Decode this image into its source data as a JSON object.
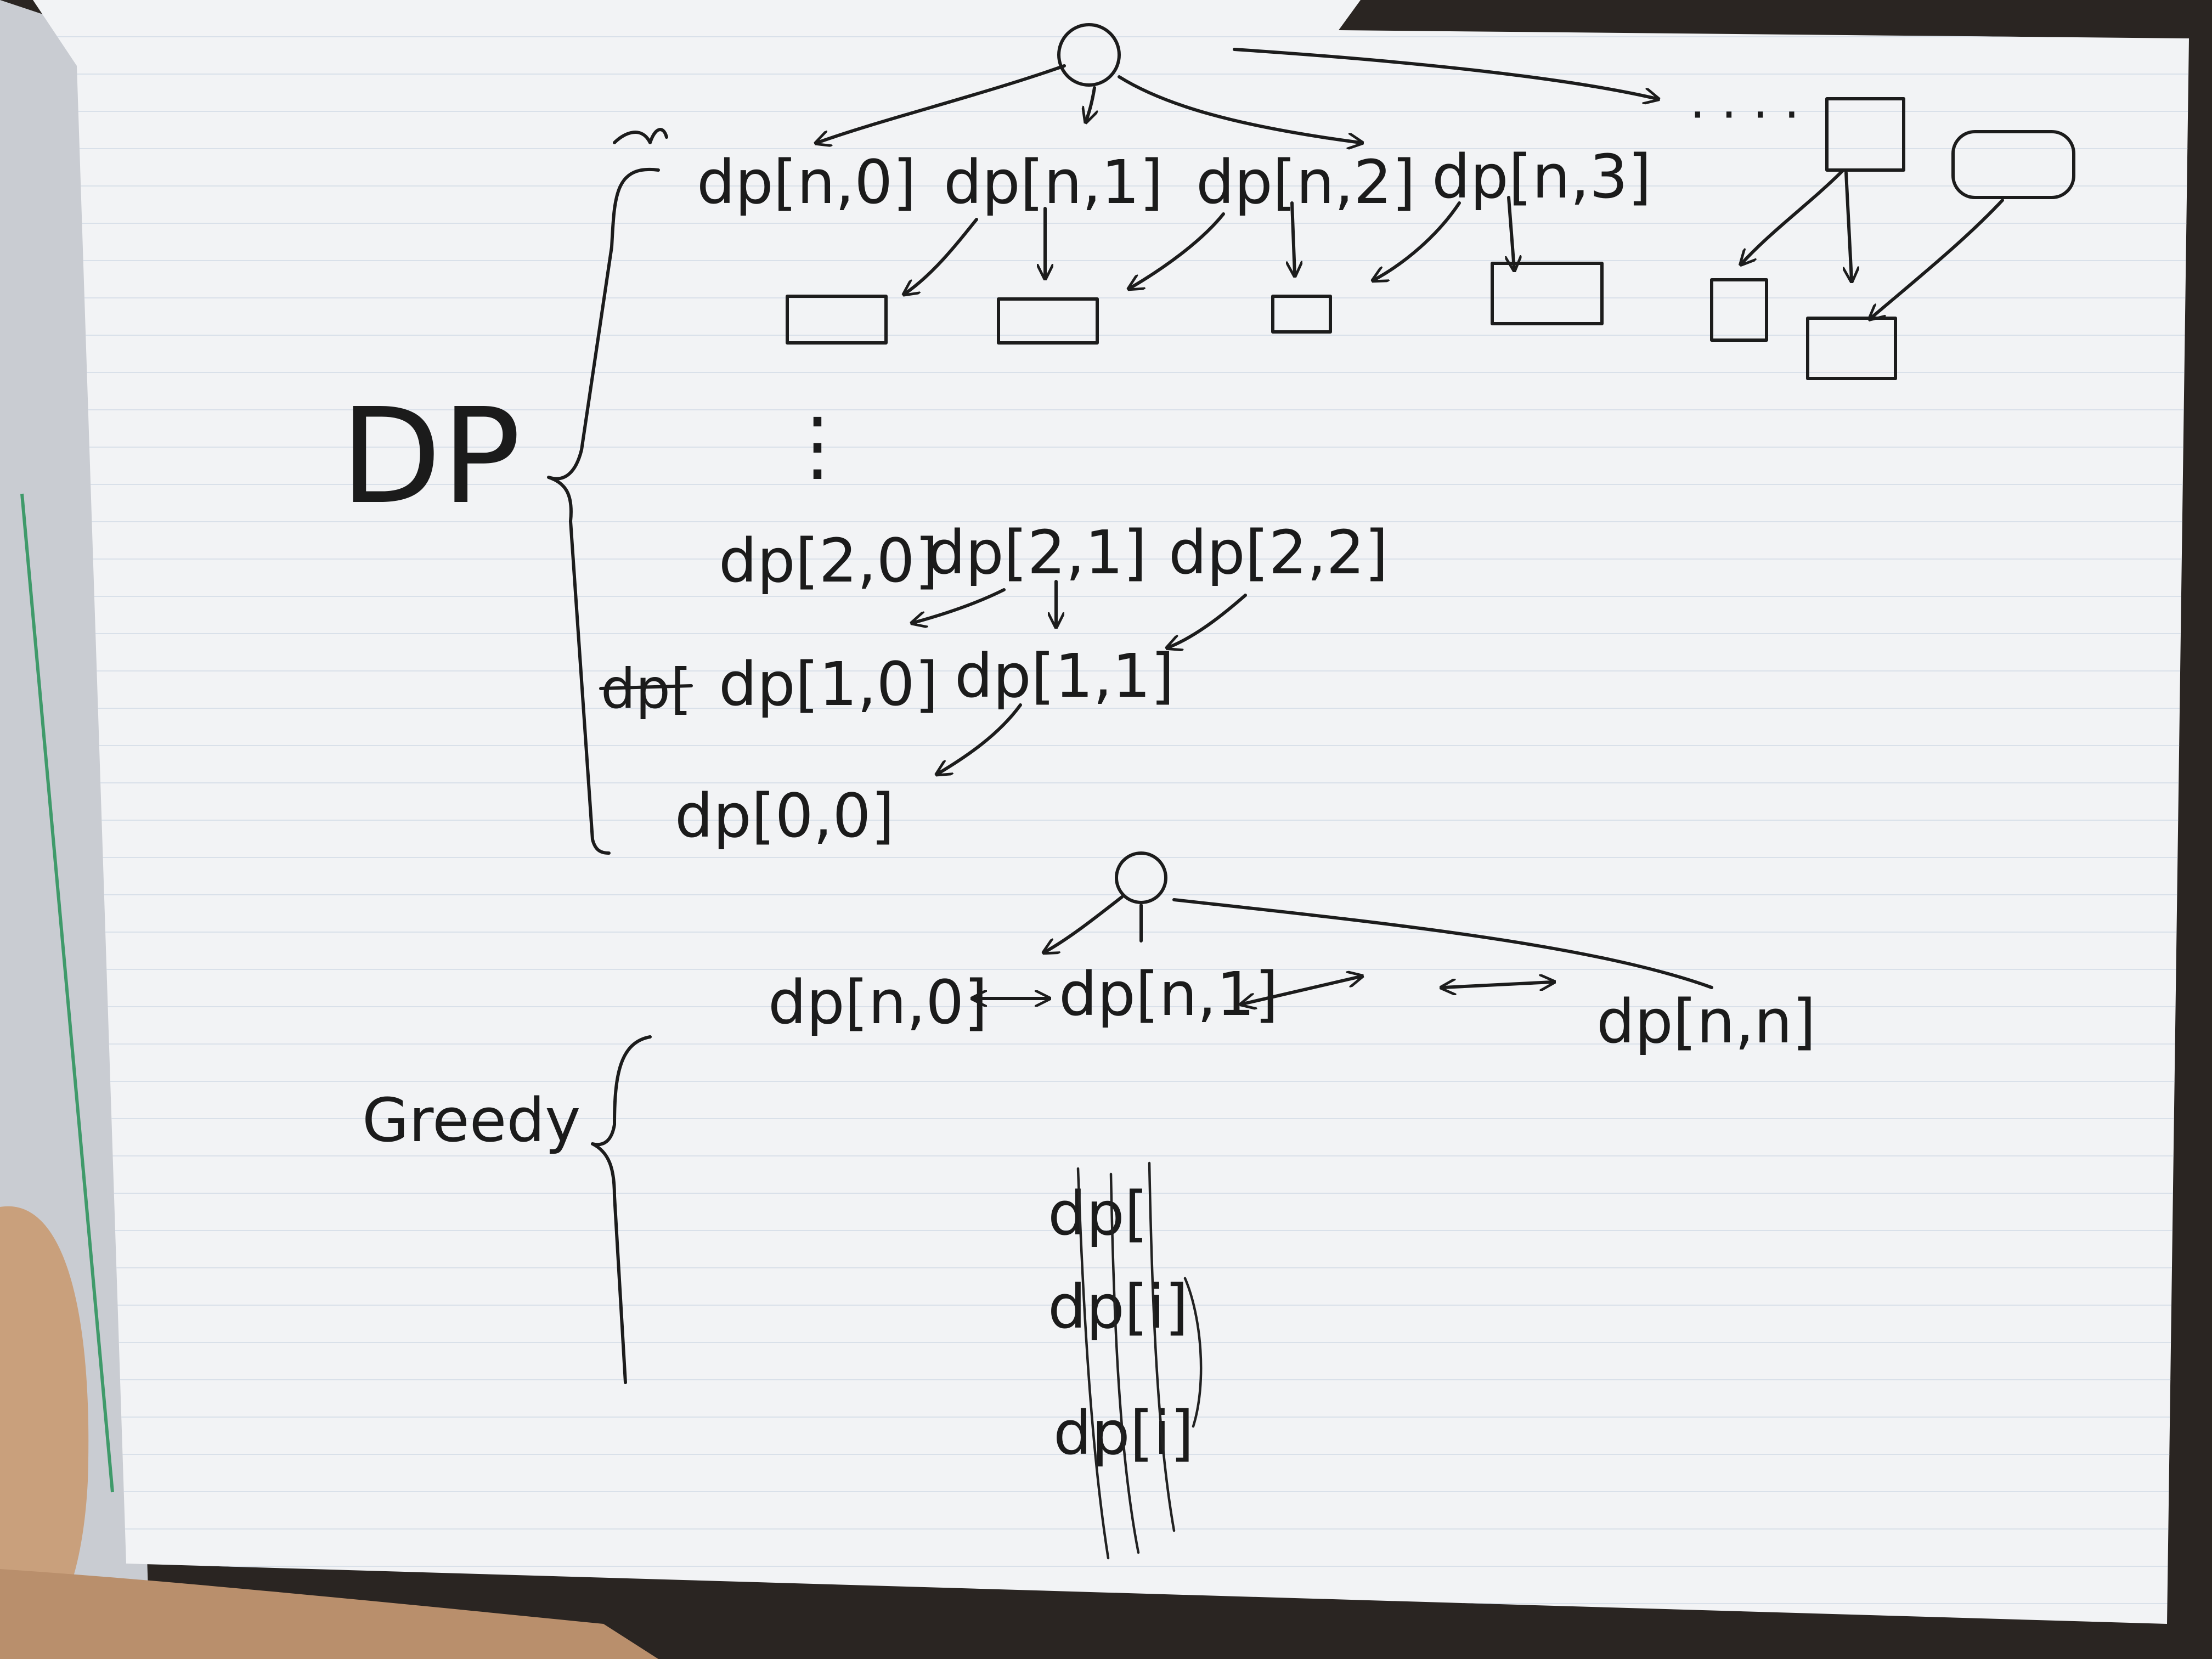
{
  "colors": {
    "background": "#2a2522",
    "paper": "#f2f3f5",
    "paper_shadow": "#c9ccd2",
    "rule_line": "#d3dbe6",
    "ink": "#1c1c1c",
    "skin": "#c9a07c",
    "margin_green": "#3f9a6a"
  },
  "labels": {
    "dp_title": "DP",
    "greedy_title": "Greedy",
    "tree1_root": "○",
    "row_n": [
      "dp[n,0]",
      "dp[n,1]",
      "dp[n,2]",
      "dp[n,3]"
    ],
    "row_n_ellipsis": "· · · ·",
    "row_2": [
      "dp[2,0]",
      "dp[2,1]",
      "dp[2,2]"
    ],
    "row_1": [
      "dp[1,0]",
      "dp[1,1]"
    ],
    "row_1_struck": "dp[",
    "row_0": [
      "dp[0,0]"
    ],
    "vertical_ellipsis": "⋮",
    "greedy_row": [
      "dp[n,0]",
      "dp[n,1]",
      "dp[n,n]"
    ],
    "greedy_stack": [
      "dp[",
      "dp[i]",
      "dp[i]"
    ]
  }
}
